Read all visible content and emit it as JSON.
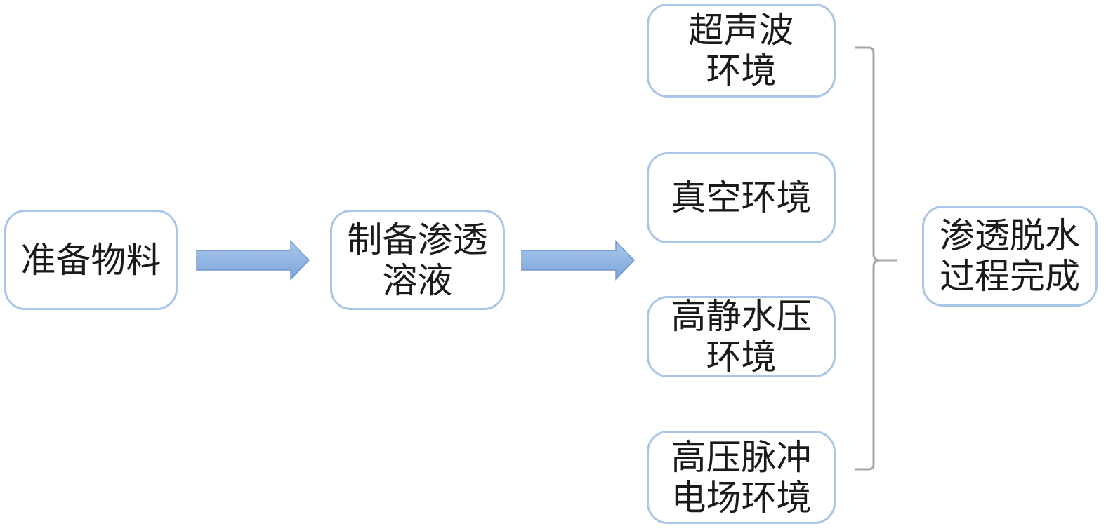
{
  "diagram": {
    "nodes": [
      {
        "id": "prepare",
        "label": "准备物料"
      },
      {
        "id": "solution",
        "label": "制备渗透\n溶液"
      },
      {
        "id": "ultra",
        "label": "超声波\n环境"
      },
      {
        "id": "vacuum",
        "label": "真空环境"
      },
      {
        "id": "hydro",
        "label": "高静水压\n环境"
      },
      {
        "id": "pulse",
        "label": "高压脉冲\n电场环境"
      },
      {
        "id": "done",
        "label": "渗透脱水\n过程完成"
      }
    ],
    "edges": [
      {
        "from": "prepare",
        "to": "solution",
        "style": "block-arrow"
      },
      {
        "from": "solution",
        "to": "environments",
        "style": "block-arrow"
      },
      {
        "from": "environments",
        "to": "done",
        "style": "brace"
      }
    ],
    "colors": {
      "box_border": "#a9c6e8",
      "arrow_fill": "#8fb3e0",
      "arrow_stroke": "#6f98cf",
      "brace": "#a6a6a6",
      "text": "#1a1a1a"
    }
  }
}
